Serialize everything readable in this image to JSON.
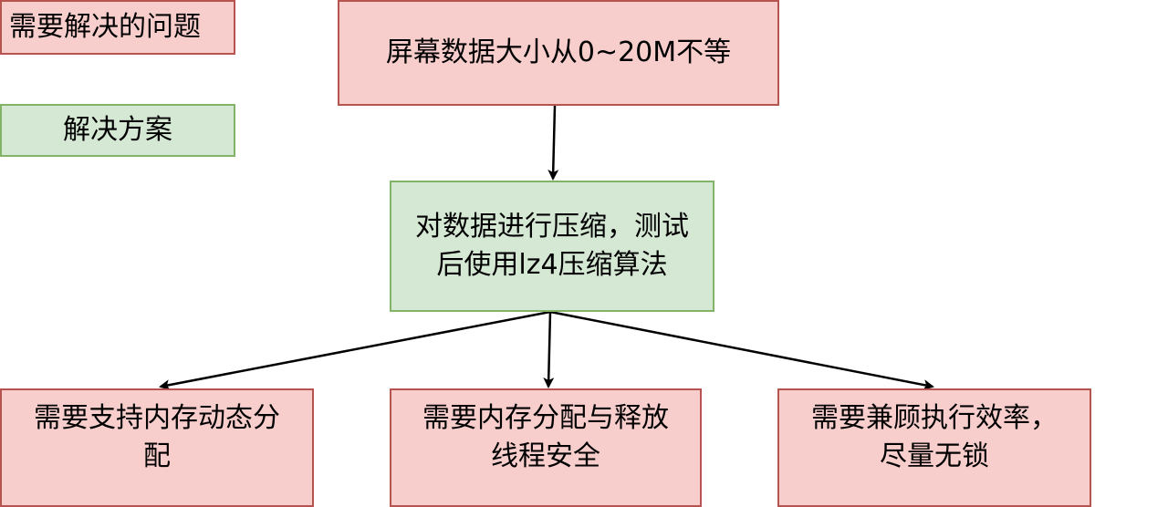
{
  "legend": {
    "problem_label": "需要解决的问题",
    "solution_label": "解决方案"
  },
  "nodes": {
    "top": {
      "line1": "屏幕数据大小从0~20M不等"
    },
    "mid": {
      "line1": "对数据进行压缩，测试",
      "line2": "后使用lz4压缩算法"
    },
    "left": {
      "line1": "需要支持内存动态分",
      "line2": "配"
    },
    "center": {
      "line1": "需要内存分配与释放",
      "line2": "线程安全"
    },
    "right": {
      "line1": "需要兼顾执行效率，",
      "line2": "尽量无锁"
    }
  },
  "colors": {
    "problem_fill": "#f8cecc",
    "problem_stroke": "#b85450",
    "solution_fill": "#d5e8d4",
    "solution_stroke": "#82b366",
    "edge": "#000000"
  }
}
